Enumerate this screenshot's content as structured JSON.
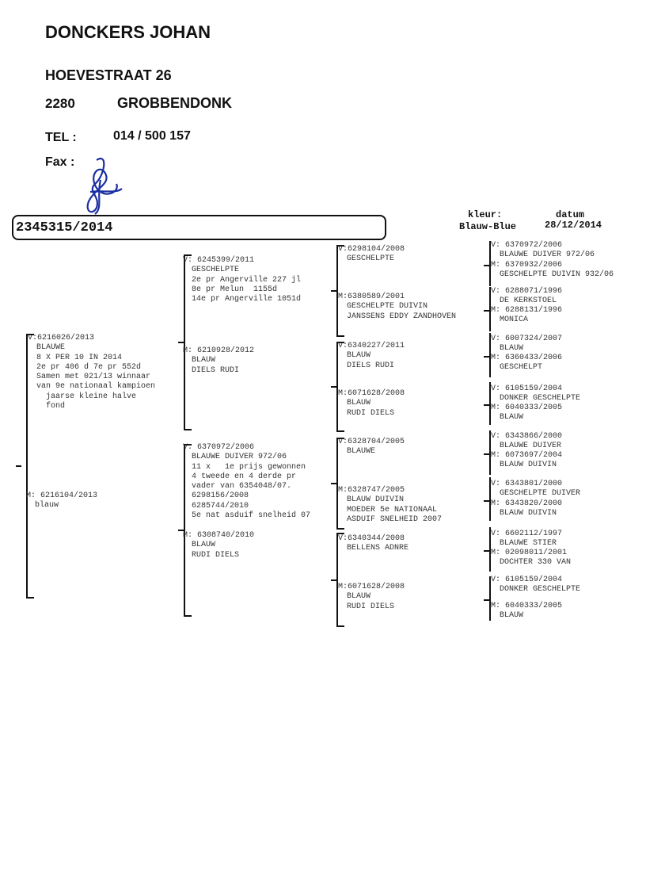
{
  "header": {
    "name": "DONCKERS JOHAN",
    "street": "HOEVESTRAAT 26",
    "postcode": "2280",
    "city": "GROBBENDONK",
    "tel_label": "TEL :",
    "tel": "014 / 500 157",
    "fax_label": "Fax :"
  },
  "ring_number": "2345315/2014",
  "kleur_label": "kleur:",
  "kleur": "Blauw-Blue",
  "datum_label": "datum",
  "datum": "28/12/2014",
  "colors": {
    "ink": "#111111",
    "handwriting": "#1a2fa0"
  },
  "pedigree": {
    "g1_v": [
      "V:6216026/2013",
      "BLAUWE",
      "8 X PER 10 IN 2014",
      "2e pr 406 d 7e pr 552d",
      "Samen met 021/13 winnaar",
      "van 9e nationaal kampioen",
      "  jaarse kleine halve",
      "  fond"
    ],
    "g1_m": [
      "M: 6216104/2013",
      "blauw"
    ],
    "g2_vv": [
      "V: 6245399/2011",
      "GESCHELPTE",
      "2e pr Angerville 227 jl",
      "8e pr Melun  1155d",
      "14e pr Angerville 1051d"
    ],
    "g2_vm": [
      "M: 6210928/2012",
      "BLAUW",
      "DIELS RUDI"
    ],
    "g2_mv": [
      "V: 6370972/2006",
      "BLAUWE DUIVER 972/06",
      "11 x   1e prijs gewonnen",
      "4 tweede en 4 derde pr",
      "vader van 6354048/07.",
      "6298156/2008",
      "6285744/2010",
      "5e nat asduif snelheid 07"
    ],
    "g2_mm": [
      "M: 6308740/2010",
      "BLAUW",
      "RUDI DIELS"
    ],
    "g3_1": [
      "V:6298104/2008",
      "GESCHELPTE"
    ],
    "g3_2": [
      "M:6380589/2001",
      "GESCHELPTE DUIVIN",
      "JANSSENS EDDY ZANDHOVEN"
    ],
    "g3_3": [
      "V:6340227/2011",
      "BLAUW",
      "DIELS RUDI"
    ],
    "g3_4": [
      "M:6071628/2008",
      "BLAUW",
      "RUDI DIELS"
    ],
    "g3_5": [
      "V:6328704/2005",
      "BLAUWE"
    ],
    "g3_6": [
      "M:6328747/2005",
      "BLAUW DUIVIN",
      "MOEDER 5e NATIONAAL",
      "ASDUIF SNELHEID 2007"
    ],
    "g3_7": [
      "V:6340344/2008",
      "BELLENS ADNRE"
    ],
    "g3_8": [
      "M:6071628/2008",
      "BLAUW",
      "RUDI DIELS"
    ],
    "g4_1": [
      "V: 6370972/2006",
      "BLAUWE DUIVER 972/06"
    ],
    "g4_2": [
      "M: 6370932/2006",
      "GESCHELPTE DUIVIN 932/06"
    ],
    "g4_3": [
      "V: 6288071/1996",
      "DE KERKSTOEL"
    ],
    "g4_4": [
      "M: 6288131/1996",
      "MONICA"
    ],
    "g4_5": [
      "V: 6007324/2007",
      "BLAUW"
    ],
    "g4_6": [
      "M: 6360433/2006",
      "GESCHELPT"
    ],
    "g4_7": [
      "V: 6105159/2004",
      "DONKER GESCHELPTE"
    ],
    "g4_8": [
      "M: 6040333/2005",
      "BLAUW"
    ],
    "g4_9": [
      "V: 6343866/2000",
      "BLAUWE DUIVER"
    ],
    "g4_10": [
      "M: 6073697/2004",
      "BLAUW DUIVIN"
    ],
    "g4_11": [
      "V: 6343801/2000",
      "GESCHELPTE DUIVER"
    ],
    "g4_12": [
      "M: 6343820/2000",
      "BLAUW DUIVIN"
    ],
    "g4_13": [
      "V: 6602112/1997",
      "BLAUWE STIER"
    ],
    "g4_14": [
      "M: 02098011/2001",
      "DOCHTER 330 VAN"
    ],
    "g4_15": [
      "V: 6105159/2004",
      "DONKER GESCHELPTE"
    ],
    "g4_16": [
      "M: 6040333/2005",
      "BLAUW"
    ]
  }
}
